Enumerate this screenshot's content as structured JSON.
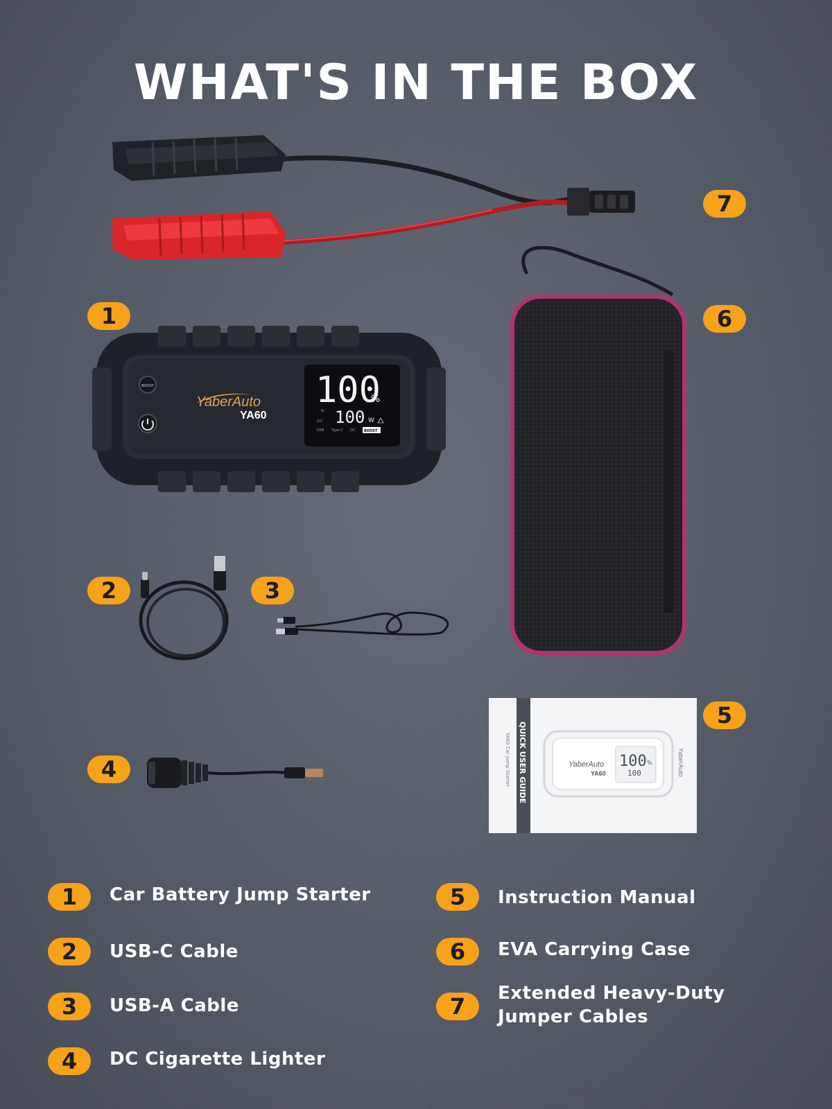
{
  "title": "WHAT'S IN THE BOX",
  "product": {
    "brand": "YaberAuto",
    "model": "YA60",
    "display_percent": "100",
    "display_percent_unit": "%",
    "display_watts": "100",
    "display_watts_unit": "W",
    "boost_label": "BOOST",
    "indicator_in": "IN",
    "indicator_out": "OUT",
    "port_labels": [
      "USB",
      "Type-C",
      "DC",
      "BOOST"
    ]
  },
  "manual": {
    "cover_title": "QUICK USER GUIDE",
    "cover_subtitle": "YA60 Car Jump Starter",
    "brand": "YaberAuto",
    "model": "YA60",
    "display_percent": "100",
    "display_percent_unit": "%",
    "display_watts": "100"
  },
  "badges": [
    "1",
    "2",
    "3",
    "4",
    "5",
    "6",
    "7"
  ],
  "items": [
    {
      "number": "1",
      "label": "Car Battery Jump Starter"
    },
    {
      "number": "2",
      "label": "USB-C Cable"
    },
    {
      "number": "3",
      "label": "USB-A Cable"
    },
    {
      "number": "4",
      "label": "DC Cigarette Lighter"
    },
    {
      "number": "5",
      "label": "Instruction Manual"
    },
    {
      "number": "6",
      "label": "EVA Carrying Case"
    },
    {
      "number": "7",
      "label_line1": "Extended Heavy-Duty",
      "label_line2": "Jumper Cables"
    }
  ],
  "colors": {
    "badge": "#f7a21b",
    "background": "#5b606c",
    "case_trim": "#b0336f",
    "clamp_red": "#d8262a",
    "clamp_black": "#1f2227",
    "display_white": "#f2f2f2",
    "brand_orange": "#e2a25a"
  }
}
